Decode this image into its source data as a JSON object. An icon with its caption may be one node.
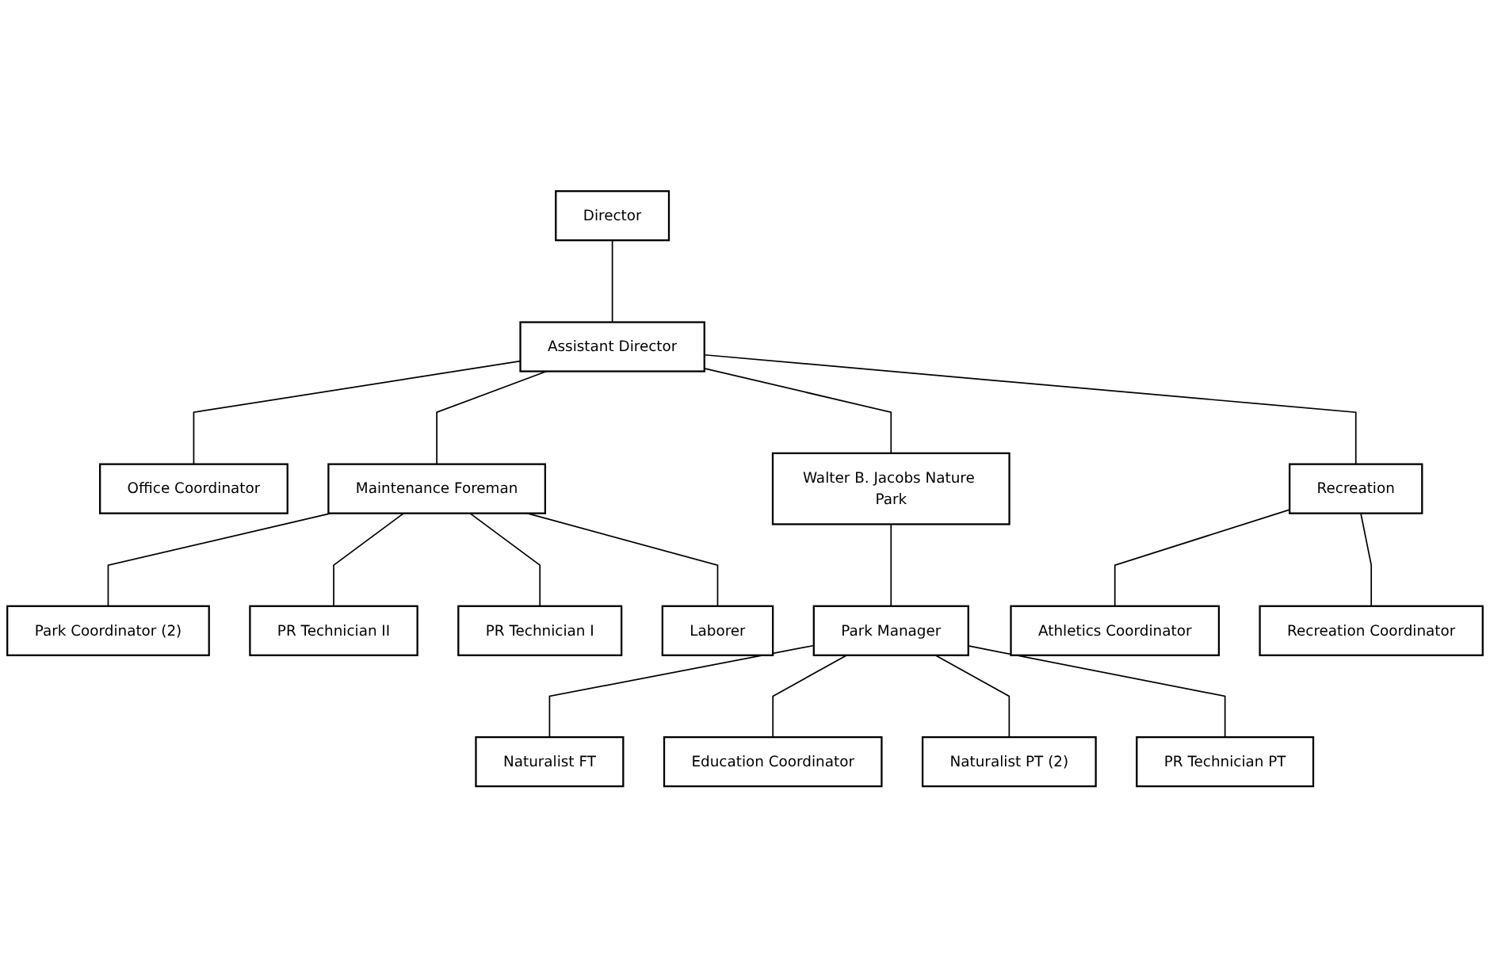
{
  "diagram": {
    "nodes": [
      {
        "text": [
          "Director"
        ]
      },
      {
        "text": [
          "Assistant Director"
        ]
      },
      {
        "text": [
          "Office Coordinator"
        ]
      },
      {
        "text": [
          "Maintenance Foreman"
        ]
      },
      {
        "text": [
          "Walter B. Jacobs Nature Park"
        ]
      },
      {
        "text": [
          "Recreation"
        ]
      },
      {
        "text": [
          "Park Coordinator (2)"
        ]
      },
      {
        "text": [
          "PR Technician II"
        ]
      },
      {
        "text": [
          "PR Technician I"
        ]
      },
      {
        "text": [
          "Laborer"
        ]
      },
      {
        "text": [
          "Park Manager"
        ]
      },
      {
        "text": [
          "Naturalist FT"
        ]
      },
      {
        "text": [
          "Education Coordinator"
        ]
      },
      {
        "text": [
          "Naturalist PT (2)"
        ]
      },
      {
        "text": [
          "PR Technician PT"
        ]
      },
      {
        "text": [
          "Athletics Coordinator"
        ]
      },
      {
        "text": [
          "Recreation Coordinator"
        ]
      }
    ],
    "edges": [
      {
        "from": 0,
        "to": 1,
        "arrow": "none"
      },
      {
        "from": 1,
        "to": 2,
        "arrow": "none"
      },
      {
        "from": 1,
        "to": 3,
        "arrow": "none"
      },
      {
        "from": 1,
        "to": 4,
        "arrow": "none"
      },
      {
        "from": 1,
        "to": 5,
        "arrow": "none"
      },
      {
        "from": 3,
        "to": 6,
        "arrow": "none"
      },
      {
        "from": 3,
        "to": 7,
        "arrow": "none"
      },
      {
        "from": 3,
        "to": 8,
        "arrow": "none"
      },
      {
        "from": 3,
        "to": 9,
        "arrow": "none"
      },
      {
        "from": 4,
        "to": 10,
        "arrow": "none"
      },
      {
        "from": 10,
        "to": 11,
        "arrow": "none"
      },
      {
        "from": 10,
        "to": 12,
        "arrow": "none"
      },
      {
        "from": 10,
        "to": 13,
        "arrow": "none"
      },
      {
        "from": 10,
        "to": 14,
        "arrow": "none"
      },
      {
        "from": 5,
        "to": 15,
        "arrow": "none"
      },
      {
        "from": 5,
        "to": 16,
        "arrow": "none"
      }
    ]
  }
}
